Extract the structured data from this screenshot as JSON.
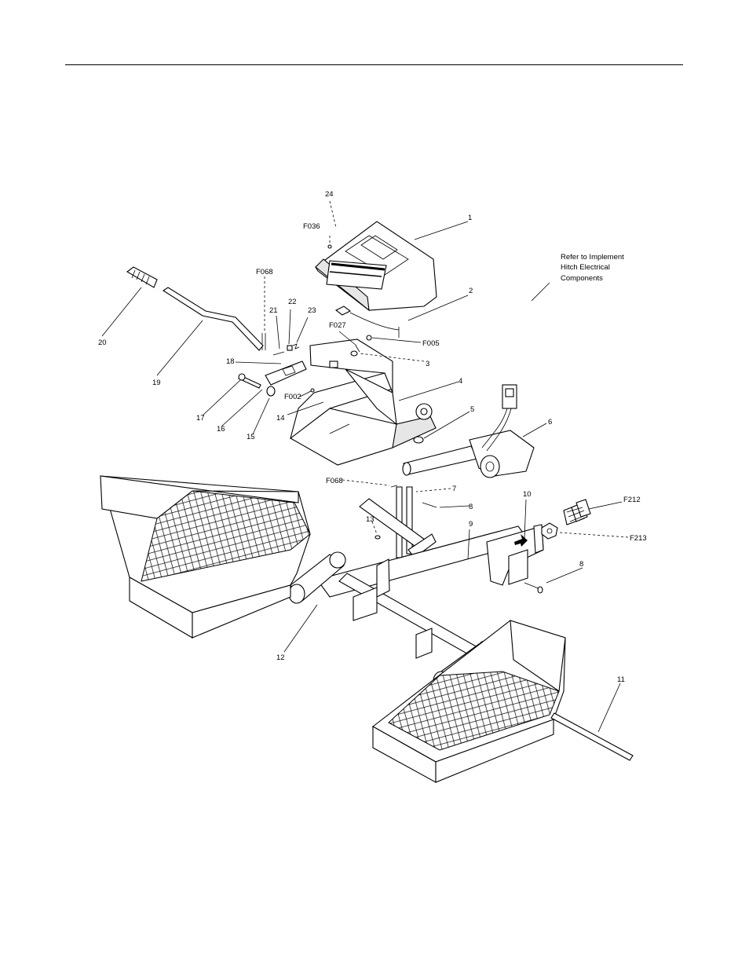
{
  "note": {
    "lines": [
      "Refer to Implement",
      "Hitch Electrical",
      "Components"
    ]
  },
  "labels": {
    "l24": "24",
    "l1": "1",
    "lF036": "F036",
    "lF068a": "F068",
    "l2": "2",
    "l22": "22",
    "l21": "21",
    "l23": "23",
    "l20": "20",
    "lF027": "F027",
    "lF005": "F005",
    "l3": "3",
    "l18": "18",
    "l19": "19",
    "l4": "4",
    "lF002": "F002",
    "l17": "17",
    "l16": "16",
    "l15": "15",
    "l14": "14",
    "l5": "5",
    "l6": "6",
    "lF068b": "F068",
    "l7": "7",
    "l8a": "8",
    "l10": "10",
    "lF212": "F212",
    "l13": "13",
    "l9": "9",
    "lF213": "F213",
    "l8b": "8",
    "l12": "12",
    "l11": "11"
  },
  "colors": {
    "line": "#000000",
    "paper": "#ffffff",
    "shade": "#e6e6e6"
  }
}
